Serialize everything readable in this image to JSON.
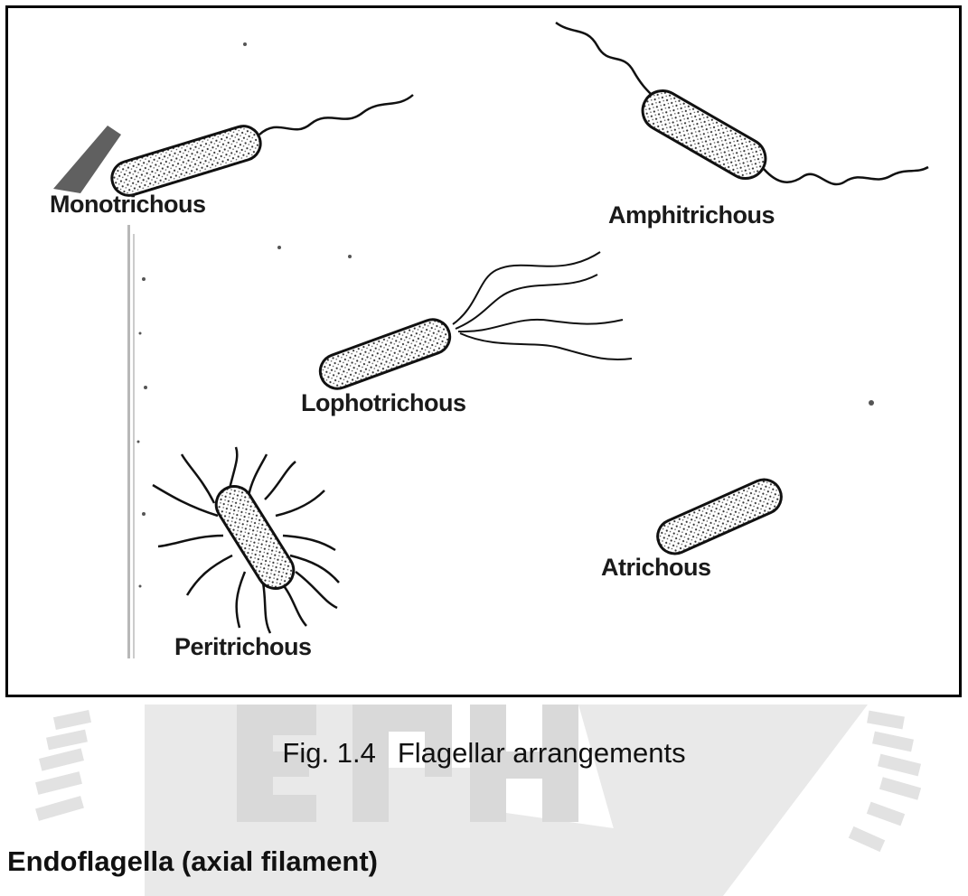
{
  "figure": {
    "labels": {
      "monotrichous": "Monotrichous",
      "amphitrichous": "Amphitrichous",
      "lophotrichous": "Lophotrichous",
      "peritrichous": "Peritrichous",
      "atrichous": "Atrichous"
    }
  },
  "caption": {
    "number": "Fig. 1.4",
    "text": "Flagellar arrangements"
  },
  "section_heading": "Endoflagella (axial filament)"
}
